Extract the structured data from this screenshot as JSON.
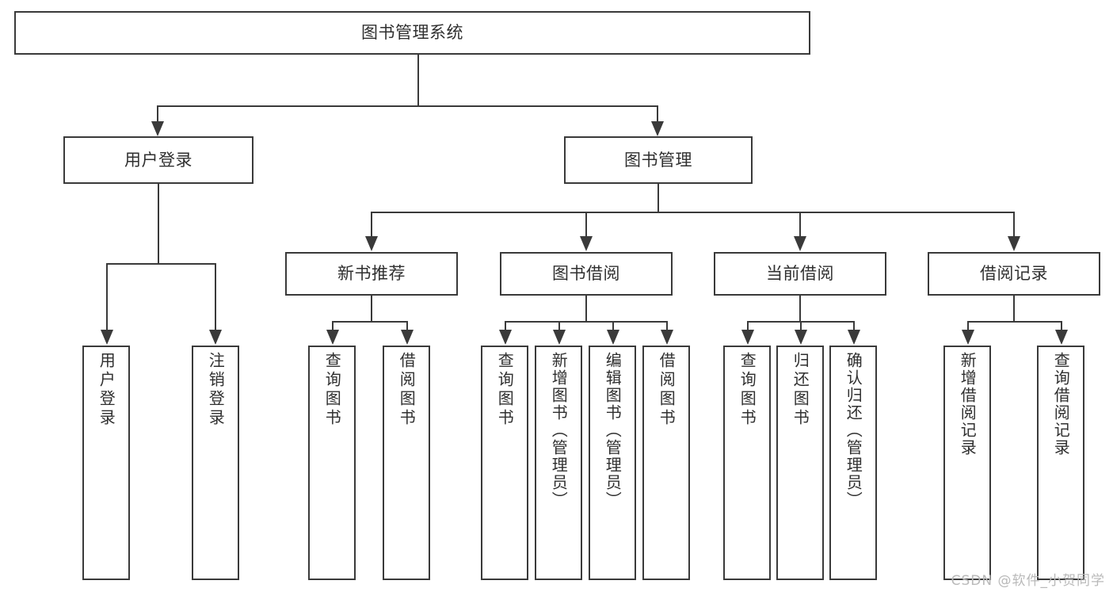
{
  "diagram": {
    "type": "tree-hierarchy",
    "title": "图书管理系统",
    "watermark": "CSDN @软件_小贺同学",
    "colors": {
      "stroke": "#3a3a3a",
      "fill": "#ffffff",
      "text": "#2f2f2f",
      "watermark": "#b9b9b9"
    },
    "nodes": {
      "root": {
        "label": "图书管理系统"
      },
      "level2": [
        {
          "id": "user-login",
          "label": "用户登录"
        },
        {
          "id": "book-manage",
          "label": "图书管理"
        }
      ],
      "level3": [
        {
          "id": "new-book-recommend",
          "label": "新书推荐"
        },
        {
          "id": "book-borrow",
          "label": "图书借阅"
        },
        {
          "id": "current-borrow",
          "label": "当前借阅"
        },
        {
          "id": "borrow-record",
          "label": "借阅记录"
        }
      ],
      "leaves": {
        "user-login": [
          {
            "id": "leaf-user-login",
            "label": "用户登录"
          },
          {
            "id": "leaf-logout",
            "label": "注销登录"
          }
        ],
        "new-book-recommend": [
          {
            "id": "leaf-query-book-1",
            "label": "查询图书"
          },
          {
            "id": "leaf-borrow-book-1",
            "label": "借阅图书"
          }
        ],
        "book-borrow": [
          {
            "id": "leaf-query-book-2",
            "label": "查询图书"
          },
          {
            "id": "leaf-add-book",
            "label": "新增图书（管理员）"
          },
          {
            "id": "leaf-edit-book",
            "label": "编辑图书（管理员）"
          },
          {
            "id": "leaf-borrow-book-2",
            "label": "借阅图书"
          }
        ],
        "current-borrow": [
          {
            "id": "leaf-query-book-3",
            "label": "查询图书"
          },
          {
            "id": "leaf-return-book",
            "label": "归还图书"
          },
          {
            "id": "leaf-confirm-return",
            "label": "确认归还（管理员）"
          }
        ],
        "borrow-record": [
          {
            "id": "leaf-add-record",
            "label": "新增借阅记录"
          },
          {
            "id": "leaf-query-record",
            "label": "查询借阅记录"
          }
        ]
      }
    }
  }
}
